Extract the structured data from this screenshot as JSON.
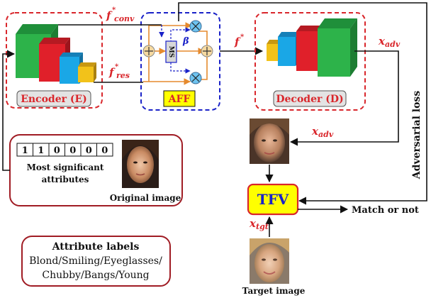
{
  "encoder": {
    "label": "Encoder (E)"
  },
  "decoder": {
    "label": "Decoder (D)"
  },
  "aff": {
    "label": "AFF",
    "ms_label": "MS",
    "beta": "β"
  },
  "features": {
    "conv_sym": "f",
    "conv_sub": "conv",
    "conv_sup": "*",
    "res_sym": "f",
    "res_sub": "res",
    "res_sup": "*",
    "fstar_sym": "f",
    "fstar_sup": "*"
  },
  "x_adv": {
    "sym": "x",
    "sub": "adv"
  },
  "x_tgt": {
    "sym": "x",
    "sub": "tgt"
  },
  "adversarial_loss": "Adversarial loss",
  "tfv": {
    "label": "TFV",
    "output": "Match or not"
  },
  "attributes_panel": {
    "bits": [
      "1",
      "1",
      "0",
      "0",
      "0",
      "0"
    ],
    "caption_line1": "Most significant",
    "caption_line2": "attributes",
    "original_caption": "Original image"
  },
  "attribute_labels": {
    "title": "Attribute labels",
    "line1": "Blond/Smiling/Eyeglasses/",
    "line2": "Chubby/Bangs/Young"
  },
  "target_caption": "Target image",
  "colors": {
    "red_dash": "#d9262b",
    "blue_dash": "#1a22c8",
    "orange_line": "#e58a2e",
    "tfv_fill": "#ffff00",
    "tfv_border": "#d9262b",
    "aff_label_fill": "#ffff00",
    "green_block": "#2db34a",
    "red_block": "#e0202a",
    "blue_block": "#1aa7e6",
    "yellow_block": "#f2c21a",
    "attention_circle": "#6fc4f0"
  }
}
